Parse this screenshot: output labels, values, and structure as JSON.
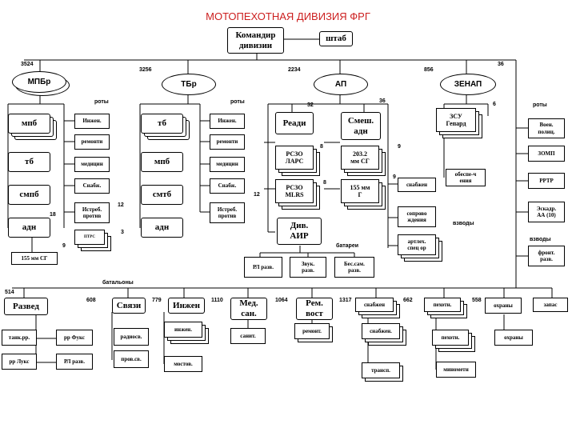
{
  "title": "МОТОПЕХОТНАЯ ДИВИЗИЯ ФРГ",
  "top": {
    "commander": "Командир\nдивизии",
    "staff": "штаб"
  },
  "brigades": {
    "mpbr": "МПБр",
    "tbr": "ТБр",
    "ap": "АП",
    "zenap": "ЗЕНАП"
  },
  "mpbr": {
    "mpb": "мпб",
    "tb": "тб",
    "smpb": "смпб",
    "adn": "адн",
    "eng": "Инжен.",
    "rem": "ремонти",
    "med": "медицин",
    "sup": "Снабж.",
    "at": "Истреб.\nпротив",
    "ptrs": "ПТРС",
    "how": "155 мм СГ"
  },
  "tbr": {
    "tb": "тб",
    "mpb": "мпб",
    "smtb": "смтб",
    "adn": "адн",
    "eng": "Инжен.",
    "rem": "ремонти",
    "med": "медицин",
    "sup": "Снабж.",
    "at": "Истреб.\nпротив"
  },
  "ap": {
    "readi": "Реади",
    "mixed": "Смеш.\nадн",
    "lars": "РСЗО\nЛАРС",
    "mlrs": "РСЗО\nMLRS",
    "sg203": "203.2\nмм СГ",
    "g155": "155 мм\nГ",
    "supply": "снабжен",
    "escort": "сопрово\nждения",
    "artrec": "артлех.\nспец ор",
    "air": "Див.\nАИР",
    "rl": "РЛ разв.",
    "sound": "Звук.\nразв.",
    "uav": "Бес.сам.\nразв."
  },
  "zenap": {
    "zsu": "ЗСУ\nГепард",
    "support": "обеспе-ч\nения",
    "mp": "Воен.\nполиц.",
    "zomp": "ЗОМП",
    "rrtr": "РРТР",
    "aviation": "Эскадр.\nАА (10)",
    "front_recon": "фронт.\nразв."
  },
  "battalions": {
    "recon": "Развед",
    "signals": "Связи",
    "eng": "Инжен",
    "med": "Мед.\nсан.",
    "repair": "Рем.\nвост",
    "supply": "снабжен",
    "inf": "пехотн.",
    "guard": "охраны",
    "reserve": "запас"
  },
  "sub": {
    "tank_recon": "танк.рр.",
    "fuchs": "рр Фукс",
    "luchs": "рр Лукс",
    "rl": "РЛ разв.",
    "radio": "радиосв.",
    "wire": "пров.св.",
    "eng": "инжен.",
    "bridge": "мостов.",
    "sanit": "санит.",
    "repair": "ремонт.",
    "supply": "снабжен.",
    "transp": "трансп.",
    "inf": "пехотн.",
    "mortar": "минометн",
    "guard": "охраны"
  },
  "labels": {
    "companies": "роты",
    "battalions": "батальоны",
    "batteries": "батареи",
    "platoons": "взводы",
    "n3524": "3524",
    "n3256": "3256",
    "n2234": "2234",
    "n856": "856",
    "n36a": "36",
    "n32": "32",
    "n36b": "36",
    "n6": "6",
    "n8a": "8",
    "n8b": "8",
    "n9a": "9",
    "n9b": "9",
    "n12a": "12",
    "n12b": "12",
    "n18": "18",
    "n9c": "9",
    "n3": "3",
    "n514": "514",
    "n608": "608",
    "n779": "779",
    "n1110": "1110",
    "n1064": "1064",
    "n1317": "1317",
    "n662": "662",
    "n558": "558"
  }
}
